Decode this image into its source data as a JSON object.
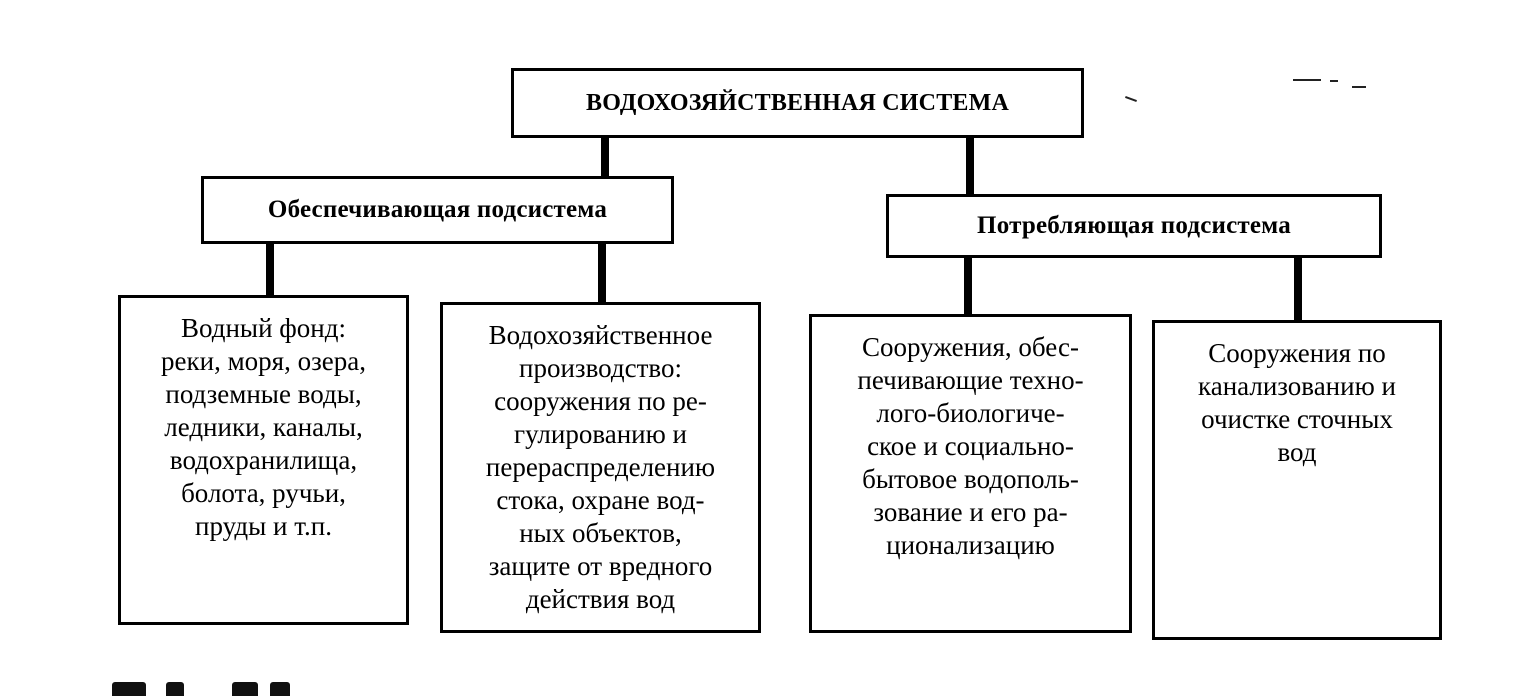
{
  "root": {
    "label": "ВОДОХОЗЯЙСТВЕННАЯ СИСТЕМА"
  },
  "subsystems": [
    {
      "label": "Обеспечивающая подсистема"
    },
    {
      "label": "Потребляющая подсистема"
    }
  ],
  "leaves": [
    {
      "text": "Водный фонд:\nреки, моря, озера,\nподземные воды,\nледники, каналы,\nводохранилища,\nболота, ручьи,\nпруды и т.п."
    },
    {
      "text": "Водохозяйственное\nпроизводство:\nсооружения по ре-\nгулированию и\nперераспределению\nстока, охране вод-\nных объектов,\nзащите от вредного\nдействия вод"
    },
    {
      "text": "Сооружения, обес-\nпечивающие техно-\nлого-биологиче-\nское и социально-\nбытовое водополь-\nзование и его ра-\nционализацию"
    },
    {
      "text": "Сооружения по\nканализованию и\nочистке сточных\nвод"
    }
  ]
}
